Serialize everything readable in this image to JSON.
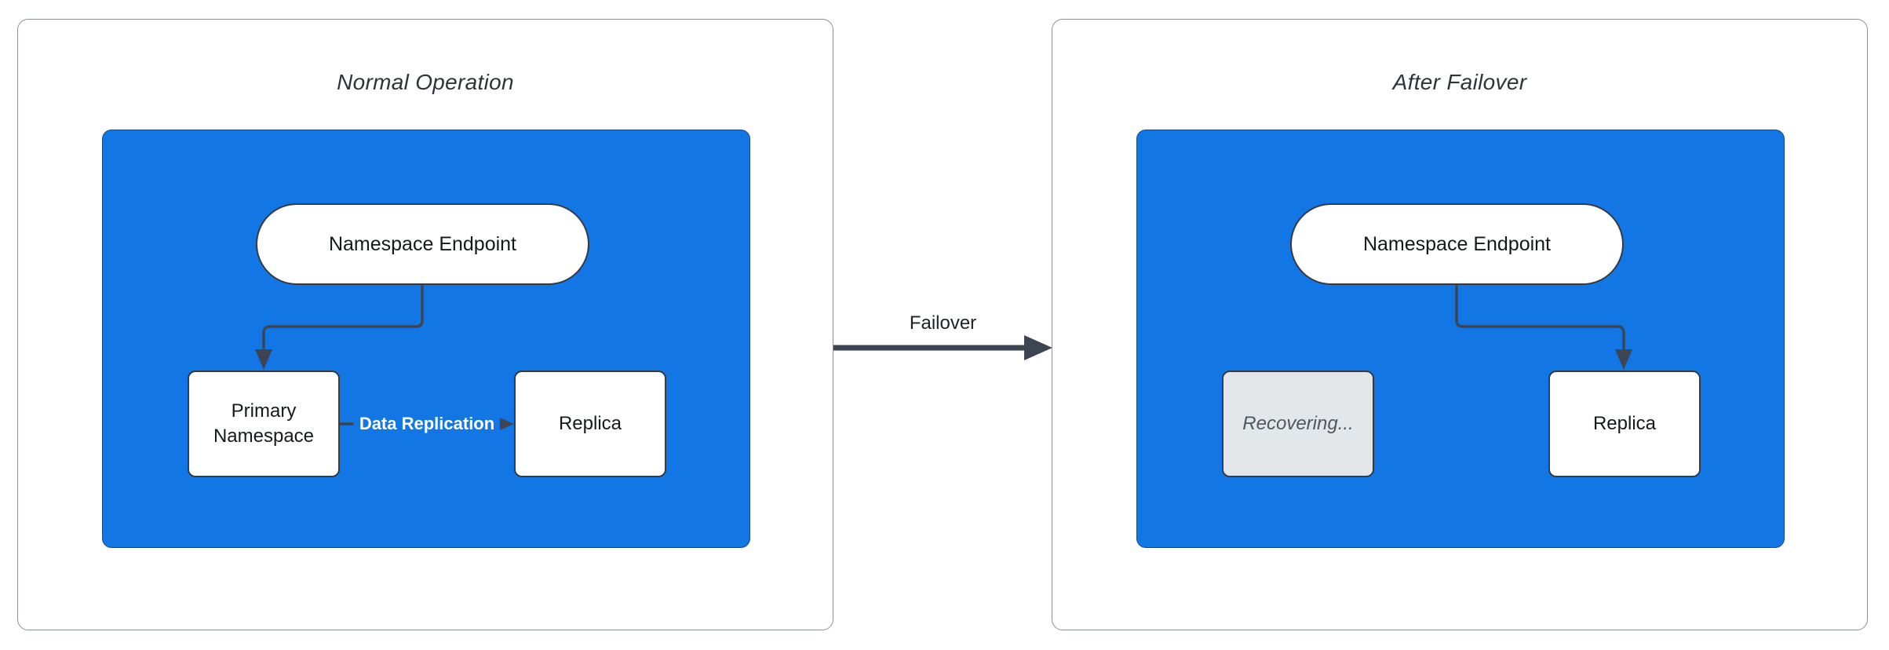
{
  "left_panel": {
    "title": "Normal Operation",
    "endpoint": "Namespace Endpoint",
    "primary": "Primary Namespace",
    "replica": "Replica",
    "replication_label": "Data Replication"
  },
  "right_panel": {
    "title": "After Failover",
    "endpoint": "Namespace Endpoint",
    "recovering": "Recovering...",
    "replica": "Replica"
  },
  "failover": {
    "label": "Failover"
  },
  "colors": {
    "container_blue": "#1276e4",
    "connector": "#3c4551",
    "node_border": "#333b46",
    "recovering_fill": "#e4e7ea",
    "recovering_text": "#4e5863",
    "panel_border": "#8a9098"
  }
}
